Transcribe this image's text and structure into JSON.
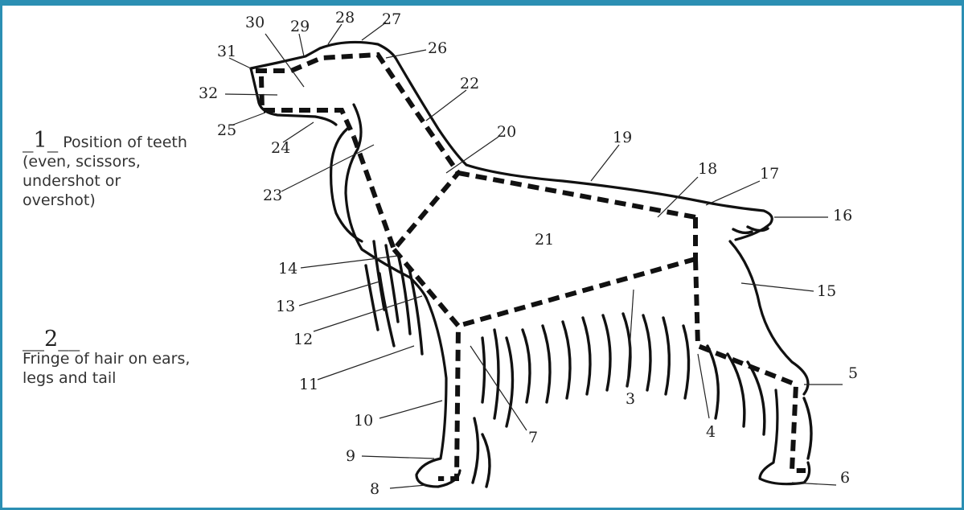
{
  "legend": [
    {
      "number": "1",
      "text": "Position of teeth (even, scissors, undershot or overshot)"
    },
    {
      "number": "2",
      "text": "Fringe of hair on ears, legs and tail"
    }
  ],
  "labels": [
    "3",
    "4",
    "5",
    "6",
    "7",
    "8",
    "9",
    "10",
    "11",
    "12",
    "13",
    "14",
    "15",
    "16",
    "17",
    "18",
    "19",
    "20",
    "21",
    "22",
    "23",
    "24",
    "25",
    "26",
    "27",
    "28",
    "29",
    "30",
    "31",
    "32"
  ],
  "colors": {
    "frame": "#2b8fb3",
    "ink": "#111111"
  }
}
